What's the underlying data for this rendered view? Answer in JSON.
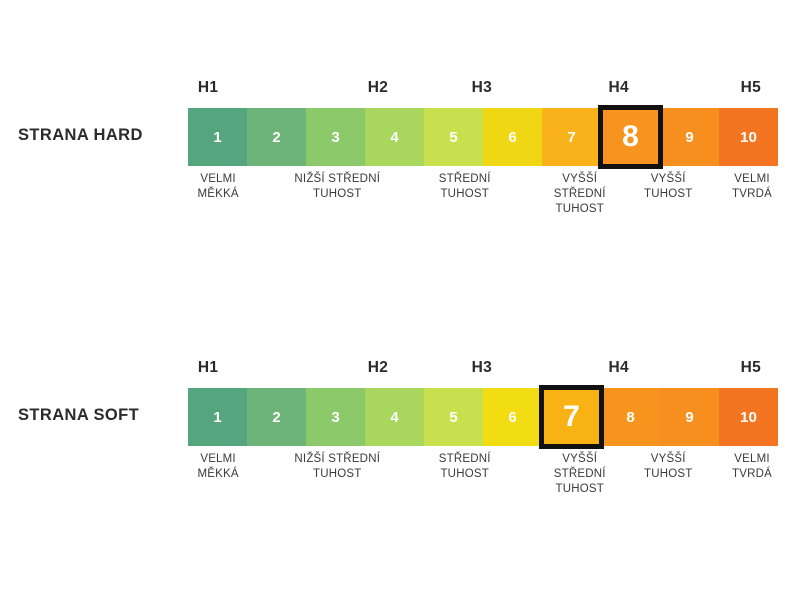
{
  "chart_data": {
    "type": "bar",
    "title": "",
    "xlabel": "",
    "ylabel": "",
    "grid": false,
    "legend": "none",
    "charts": [
      {
        "name": "strana-hard",
        "row_label": "STRANA HARD",
        "categories": [
          "1",
          "2",
          "3",
          "4",
          "5",
          "6",
          "7",
          "8",
          "9",
          "10"
        ],
        "values": [
          1,
          2,
          3,
          4,
          5,
          6,
          7,
          8,
          9,
          10
        ],
        "colors": [
          "#55a67e",
          "#6cb477",
          "#8cc96a",
          "#a9d65c",
          "#c9e04e",
          "#efd713",
          "#f9b21a",
          "#f79420",
          "#f78f1f",
          "#f37521"
        ],
        "highlighted_value": "8",
        "h_marks": [
          {
            "label": "H1",
            "center_pct": 3.4
          },
          {
            "label": "H2",
            "center_pct": 32.2
          },
          {
            "label": "H3",
            "center_pct": 49.8
          },
          {
            "label": "H4",
            "center_pct": 73.0
          },
          {
            "label": "H5",
            "center_pct": 95.4
          }
        ],
        "captions": [
          {
            "text": "VELMI\nMĚKKÁ",
            "center_pct": 5.1
          },
          {
            "text": "NIŽŠÍ STŘEDNÍ\nTUHOST",
            "center_pct": 25.3
          },
          {
            "text": "STŘEDNÍ\nTUHOST",
            "center_pct": 46.9
          },
          {
            "text": "VYŠŠÍ\nSTŘEDNÍ\nTUHOST",
            "center_pct": 66.4
          },
          {
            "text": "VYŠŠÍ\nTUHOST",
            "center_pct": 81.4
          },
          {
            "text": "VELMI\nTVRDÁ",
            "center_pct": 95.6
          }
        ]
      },
      {
        "name": "strana-soft",
        "row_label": "STRANA SOFT",
        "categories": [
          "1",
          "2",
          "3",
          "4",
          "5",
          "6",
          "7",
          "8",
          "9",
          "10"
        ],
        "values": [
          1,
          2,
          3,
          4,
          5,
          6,
          7,
          8,
          9,
          10
        ],
        "colors": [
          "#55a67e",
          "#6cb477",
          "#8cc96a",
          "#a9d65c",
          "#c9e04e",
          "#f2dd13",
          "#f9b213",
          "#f7941e",
          "#f78f1f",
          "#f37521"
        ],
        "highlighted_value": "7",
        "h_marks": [
          {
            "label": "H1",
            "center_pct": 3.4
          },
          {
            "label": "H2",
            "center_pct": 32.2
          },
          {
            "label": "H3",
            "center_pct": 49.8
          },
          {
            "label": "H4",
            "center_pct": 73.0
          },
          {
            "label": "H5",
            "center_pct": 95.4
          }
        ],
        "captions": [
          {
            "text": "VELMI\nMĚKKÁ",
            "center_pct": 5.1
          },
          {
            "text": "NIŽŠÍ STŘEDNÍ\nTUHOST",
            "center_pct": 25.3
          },
          {
            "text": "STŘEDNÍ\nTUHOST",
            "center_pct": 46.9
          },
          {
            "text": "VYŠŠÍ\nSTŘEDNÍ\nTUHOST",
            "center_pct": 66.4
          },
          {
            "text": "VYŠŠÍ\nTUHOST",
            "center_pct": 81.4
          },
          {
            "text": "VELMI\nTVRDÁ",
            "center_pct": 95.6
          }
        ]
      }
    ]
  },
  "colors": {
    "text_dark": "#2b2b2b",
    "caption_text": "#3a3a3a",
    "highlight_border": "#111111",
    "background": "#ffffff",
    "number_text": "#ffffff"
  }
}
